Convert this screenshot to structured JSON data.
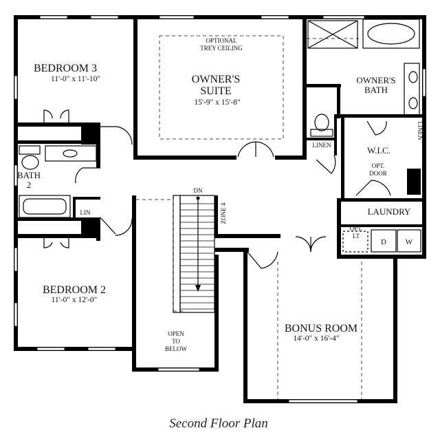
{
  "caption": "Second Floor Plan",
  "rooms": {
    "bedroom3": {
      "name": "BEDROOM 3",
      "dims": "11'-0\" x 11'-10\""
    },
    "owners_suite": {
      "name_line1": "OWNER'S",
      "name_line2": "SUITE",
      "dims": "15'-9\" x 15'-8\""
    },
    "trey_ceiling": {
      "line1": "OPTIONAL",
      "line2": "TREY CEILING"
    },
    "owners_bath": {
      "line1": "OWNER'S",
      "line2": "BATH"
    },
    "linen_center": "LINEN",
    "linen_side": "LINEN",
    "wic": {
      "name": "W.I.C.",
      "opt_line1": "OPT.",
      "opt_line2": "DOOR"
    },
    "bath2": {
      "line1": "BATH",
      "line2": "2"
    },
    "lin": "LIN",
    "laundry": "LAUNDRY",
    "opt_lt": {
      "line1": "OPT.",
      "line2": "LT"
    },
    "dryer": "D",
    "washer": "W",
    "stair_dn": "DN",
    "zone": "ZONE 4",
    "open_below": {
      "line1": "OPEN",
      "line2": "TO",
      "line3": "BELOW"
    },
    "bedroom2": {
      "name": "BEDROOM 2",
      "dims": "11'-0\" x 12'-0\""
    },
    "bonus_room": {
      "name": "BONUS ROOM",
      "dims": "14'-0\" x 16'-4\""
    }
  },
  "colors": {
    "wall": "#000000",
    "background": "#ffffff"
  }
}
